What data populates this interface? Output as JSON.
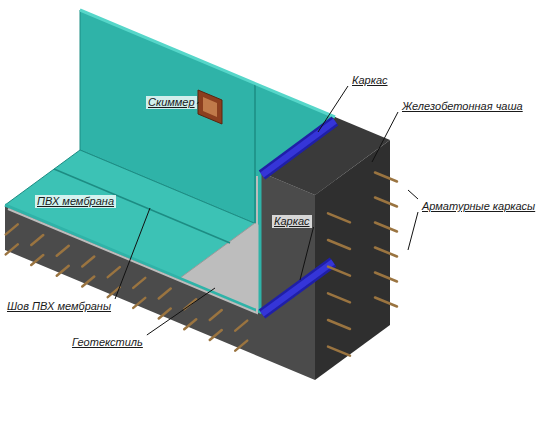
{
  "diagram": {
    "labels": [
      "Каркас",
      "Железобетонная чаша",
      "Скиммер",
      "Арматурные каркасы",
      "ПВХ мембрана",
      "Шов ПВХ мембраны",
      "Каркас",
      "Геотекстиль"
    ]
  }
}
